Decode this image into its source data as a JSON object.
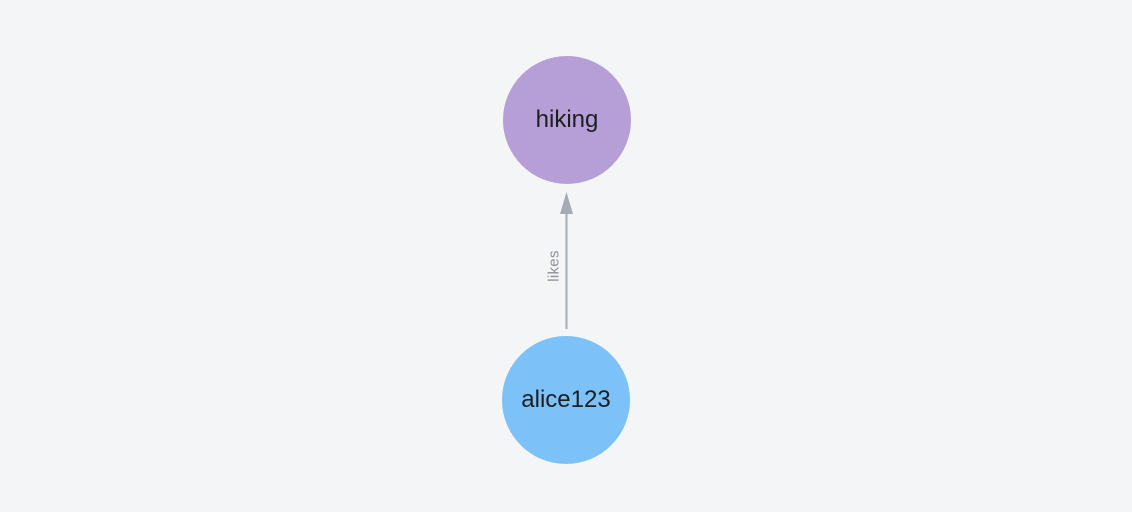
{
  "canvas": {
    "background": "#f4f5f6"
  },
  "graph": {
    "nodes": [
      {
        "label": "hiking",
        "color": "#b69fd6",
        "text_color": "#1c1e21"
      },
      {
        "label": "alice123",
        "color": "#7cc1f8",
        "text_color": "#1c1e21"
      }
    ],
    "edge": {
      "label": "likes",
      "direction": "up",
      "color": "#a6abb4",
      "label_color": "#8c919a"
    }
  }
}
